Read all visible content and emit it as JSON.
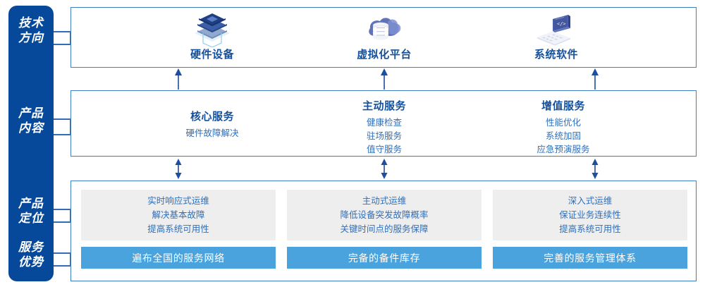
{
  "rail": {
    "labels": [
      {
        "id": "tech-direction",
        "line1": "技术",
        "line2": "方向"
      },
      {
        "id": "product-content",
        "line1": "产品",
        "line2": "内容"
      },
      {
        "id": "product-positioning",
        "line1": "产品",
        "line2": "定位"
      },
      {
        "id": "service-advantage",
        "line1": "服务",
        "line2": "优势"
      }
    ],
    "color": "#06489a"
  },
  "tech_direction": {
    "items": [
      {
        "icon": "server-stack-icon",
        "label": "硬件设备"
      },
      {
        "icon": "cloud-database-icon",
        "label": "虚拟化平台"
      },
      {
        "icon": "laptop-code-icon",
        "label": "系统软件"
      }
    ]
  },
  "product_content": {
    "columns": [
      {
        "title": "核心服务",
        "items": [
          "硬件故障解决"
        ]
      },
      {
        "title": "主动服务",
        "items": [
          "健康检查",
          "驻场服务",
          "值守服务"
        ]
      },
      {
        "title": "增值服务",
        "items": [
          "性能优化",
          "系统加固",
          "应急预演服务"
        ]
      }
    ]
  },
  "product_positioning": {
    "columns": [
      {
        "items": [
          "实时响应式运维",
          "解决基本故障",
          "提高系统可用性"
        ]
      },
      {
        "items": [
          "主动式运维",
          "降低设备突发故障概率",
          "关键时间点的服务保障"
        ]
      },
      {
        "items": [
          "深入式运维",
          "保证业务连续性",
          "提高系统可用性"
        ]
      }
    ]
  },
  "service_advantage": {
    "bars": [
      {
        "label": "遍布全国的服务网络"
      },
      {
        "label": "完备的备件库存"
      },
      {
        "label": "完善的服务管理体系"
      }
    ]
  },
  "colors": {
    "rail_blue": "#06489a",
    "border_blue": "#3e7ec4",
    "title_blue": "#15509c",
    "text_blue": "#2f6fba",
    "grey_box": "#eeeeee",
    "bar_blue": "#4ba3dd",
    "arrow_blue": "#1f4e9c"
  }
}
